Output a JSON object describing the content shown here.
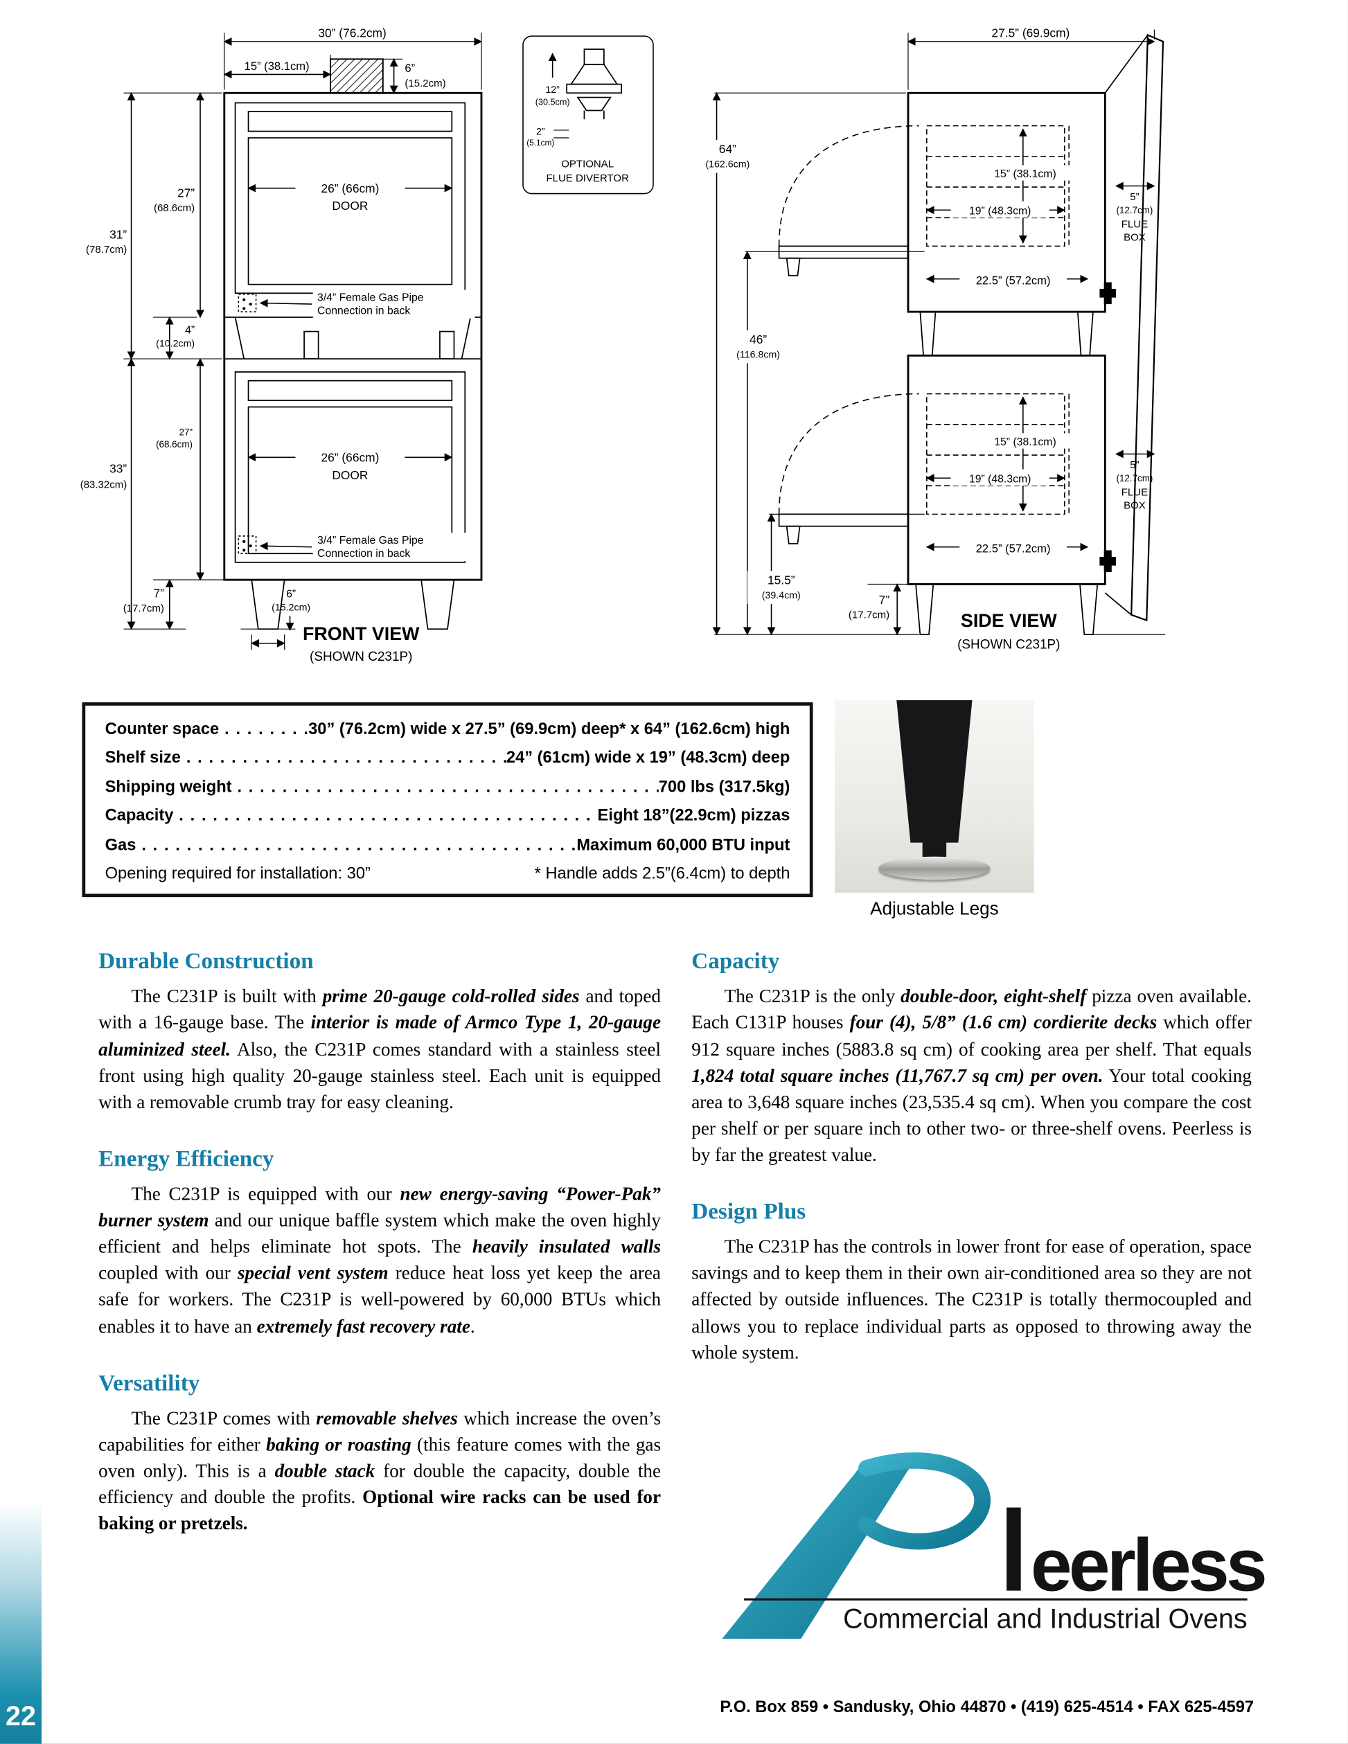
{
  "page": {
    "number": "22"
  },
  "front_view": {
    "title": "FRONT VIEW",
    "subtitle": "(SHOWN C231P)",
    "dim_width": "30” (76.2cm)",
    "dim_flue_offset": "15” (38.1cm)",
    "dim_flue_h": "6”",
    "dim_flue_h_cm": "(15.2cm)",
    "dim_upper": "27”",
    "dim_upper_cm": "(68.6cm)",
    "dim_upper_total": "31”",
    "dim_upper_total_cm": "(78.7cm)",
    "dim_spacer": "4”",
    "dim_spacer_cm": "(10.2cm)",
    "dim_lower": "27”",
    "dim_lower_cm": "(68.6cm)",
    "dim_lower_total": "33”",
    "dim_lower_total_cm": "(83.32cm)",
    "dim_leg": "7”",
    "dim_leg_cm": "(17.7cm)",
    "dim_leg_off": "6”",
    "dim_leg_off_cm": "(15.2cm)",
    "door_dim": "26” (66cm)",
    "door_label": "DOOR",
    "gas_line1": "3/4” Female Gas Pipe",
    "gas_line2": "Connection in back"
  },
  "flue_inset": {
    "dim1": "12”",
    "dim1_cm": "(30.5cm)",
    "dim2": "2”",
    "dim2_cm": "(5.1cm)",
    "label1": "OPTIONAL",
    "label2": "FLUE DIVERTOR"
  },
  "side_view": {
    "title": "SIDE VIEW",
    "subtitle": "(SHOWN C231P)",
    "dim_depth": "27.5” (69.9cm)",
    "dim_height": "64”",
    "dim_height_cm": "(162.6cm)",
    "dim_46": "46”",
    "dim_46_cm": "(116.8cm)",
    "dim_155": "15.5”",
    "dim_155_cm": "(39.4cm)",
    "dim_leg": "7”",
    "dim_leg_cm": "(17.7cm)",
    "shelf_h": "15” (38.1cm)",
    "shelf_d": "19” (48.3cm)",
    "dim_225": "22.5” (57.2cm)",
    "flue1": "5”",
    "flue2": "(12.7cm)",
    "flue3": "FLUE",
    "flue4": "BOX"
  },
  "specs": {
    "rows": [
      {
        "label": "Counter space",
        "value": "30” (76.2cm) wide x 27.5” (69.9cm) deep* x 64” (162.6cm) high"
      },
      {
        "label": "Shelf size",
        "value": "24” (61cm) wide x 19” (48.3cm) deep"
      },
      {
        "label": "Shipping weight",
        "value": "700 lbs (317.5kg)"
      },
      {
        "label": "Capacity",
        "value": "Eight 18”(22.9cm) pizzas"
      },
      {
        "label": "Gas",
        "value": "Maximum 60,000 BTU input"
      }
    ],
    "leader_dots": ". . . . . . . . . . . . . . . . . . . . . . . . . . . . . . . . . . . . . . . . . . . . . . . . . . . . . . . . . . . . . . . .",
    "footnote_left": "Opening required for installation: 30”",
    "footnote_right": "* Handle adds 2.5”(6.4cm) to depth"
  },
  "legs": {
    "caption": "Adjustable Legs"
  },
  "columns": {
    "left": [
      {
        "heading": "Durable Construction",
        "runs": [
          {
            "t": "The C231P is built with ",
            "s": "n"
          },
          {
            "t": "prime 20-gauge cold-rolled sides",
            "s": "bi"
          },
          {
            "t": " and toped with a 16-gauge base. The ",
            "s": "n"
          },
          {
            "t": "interior is made of Armco Type 1, 20-gauge aluminized steel.",
            "s": "bi"
          },
          {
            "t": " Also, the C231P comes standard with a stainless steel front using high quality 20-gauge stainless steel. Each unit is equipped with a removable crumb tray for easy cleaning.",
            "s": "n"
          }
        ]
      },
      {
        "heading": "Energy Efficiency",
        "runs": [
          {
            "t": "The C231P is equipped with our ",
            "s": "n"
          },
          {
            "t": "new energy-saving “Power-Pak” burner system",
            "s": "bi"
          },
          {
            "t": " and our unique baffle system which make the oven highly efficient and helps eliminate hot spots. The ",
            "s": "n"
          },
          {
            "t": "heavily insulated walls",
            "s": "bi"
          },
          {
            "t": " coupled with our ",
            "s": "n"
          },
          {
            "t": "special vent system",
            "s": "bi"
          },
          {
            "t": " reduce heat loss yet keep the area safe for workers. The C231P is well-powered by 60,000 BTUs which enables it to have an ",
            "s": "n"
          },
          {
            "t": "extremely fast recovery rate",
            "s": "bi"
          },
          {
            "t": ".",
            "s": "n"
          }
        ]
      },
      {
        "heading": "Versatility",
        "runs": [
          {
            "t": "The C231P comes with ",
            "s": "n"
          },
          {
            "t": "removable shelves",
            "s": "bi"
          },
          {
            "t": " which increase the oven’s capabilities for either ",
            "s": "n"
          },
          {
            "t": "baking or roasting",
            "s": "bi"
          },
          {
            "t": " (this feature comes with the gas oven only).  This is a ",
            "s": "n"
          },
          {
            "t": "double stack",
            "s": "bi"
          },
          {
            "t": "  for double the capacity, double the efficiency and double the profits. ",
            "s": "n"
          },
          {
            "t": "Optional wire racks can be used for baking or pretzels.",
            "s": "b"
          }
        ]
      }
    ],
    "right": [
      {
        "heading": "Capacity",
        "runs": [
          {
            "t": "The C231P is the only ",
            "s": "n"
          },
          {
            "t": "double-door, eight-shelf",
            "s": "bi"
          },
          {
            "t": " pizza oven available. Each C131P houses ",
            "s": "n"
          },
          {
            "t": "four (4), 5/8” (1.6 cm) cordierite decks",
            "s": "bi"
          },
          {
            "t": " which offer 912 square inches (5883.8 sq cm) of cooking area per shelf. That equals ",
            "s": "n"
          },
          {
            "t": "1,824 total square inches (11,767.7 sq cm) per oven.",
            "s": "bi"
          },
          {
            "t": " Your total cooking area to 3,648 square inches (23,535.4 sq cm). When you compare the cost per shelf or per square inch to other two- or three-shelf ovens. Peerless is by far the greatest value.",
            "s": "n"
          }
        ]
      },
      {
        "heading": "Design Plus",
        "runs": [
          {
            "t": "The C231P has the controls in lower front for ease of operation, space savings and to keep them in their own air-conditioned area so they are not affected by outside influences. The C231P is totally thermocoupled and allows you to replace individual parts as opposed to throwing away the whole system.",
            "s": "n"
          }
        ]
      }
    ]
  },
  "logo": {
    "wordmark": "eerless",
    "tagline": "Commercial and Industrial Ovens"
  },
  "footer": {
    "address": "P.O. Box 859 • Sandusky, Ohio 44870 • (419) 625-4514 • FAX 625-4597"
  }
}
